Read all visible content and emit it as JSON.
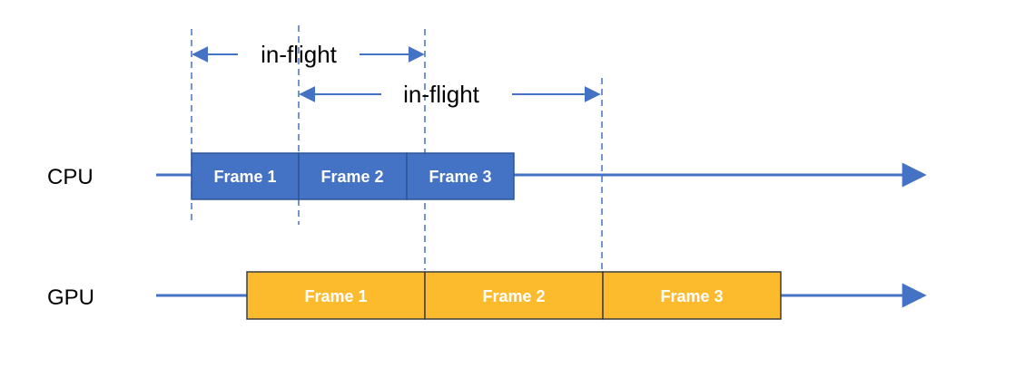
{
  "colors": {
    "line": "#4472c4",
    "cpu_fill": "#4472c4",
    "cpu_border": "#2f5597",
    "gpu_fill": "#fbbb2d",
    "gpu_border": "#3c3c3c",
    "frame_text": "#ffffff"
  },
  "lanes": {
    "cpu": {
      "label": "CPU",
      "frames": [
        "Frame 1",
        "Frame 2",
        "Frame 3"
      ]
    },
    "gpu": {
      "label": "GPU",
      "frames": [
        "Frame 1",
        "Frame 2",
        "Frame 3"
      ]
    }
  },
  "inflight": [
    {
      "label": "in-flight"
    },
    {
      "label": "in-flight"
    }
  ]
}
